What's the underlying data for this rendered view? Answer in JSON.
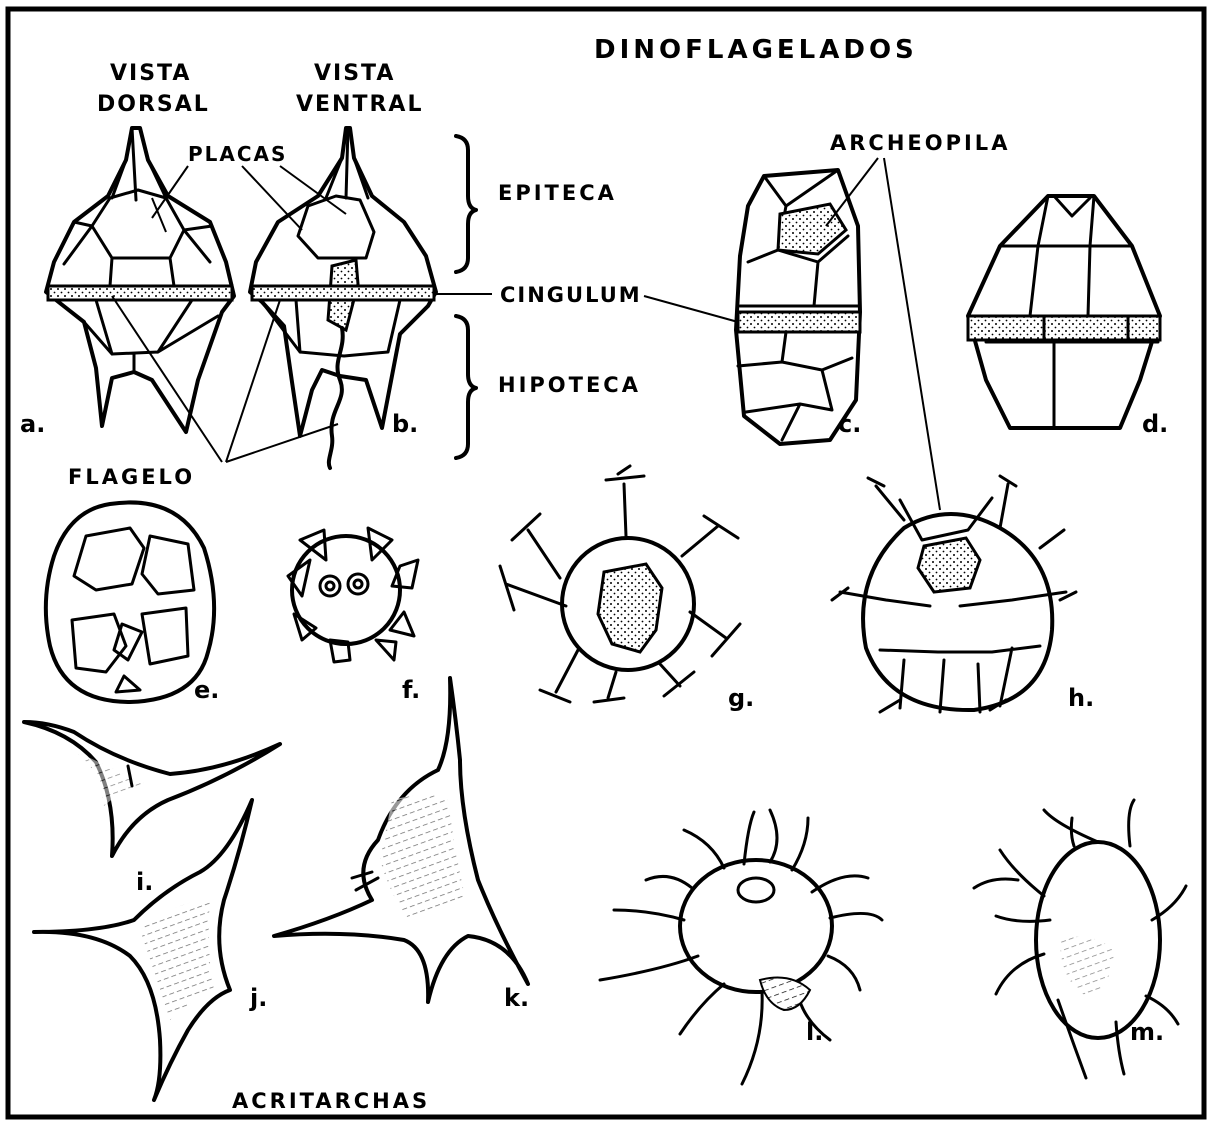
{
  "title": "DINOFLAGELADOS",
  "view_dorsal": [
    "VISTA",
    "DORSAL"
  ],
  "view_ventral": [
    "VISTA",
    "VENTRAL"
  ],
  "labels": {
    "placas": "PLACAS",
    "epiteca": "EPITECA",
    "cingulum": "CINGULUM",
    "hipoteca": "HIPOTECA",
    "flagelo": "FLAGELO",
    "archeopila": "ARCHEOPILA",
    "acritarchas": "ACRITARCHAS"
  },
  "figure_letters": [
    "a.",
    "b.",
    "c.",
    "d.",
    "e.",
    "f.",
    "g.",
    "h.",
    "i.",
    "j.",
    "k.",
    "l.",
    "m."
  ]
}
